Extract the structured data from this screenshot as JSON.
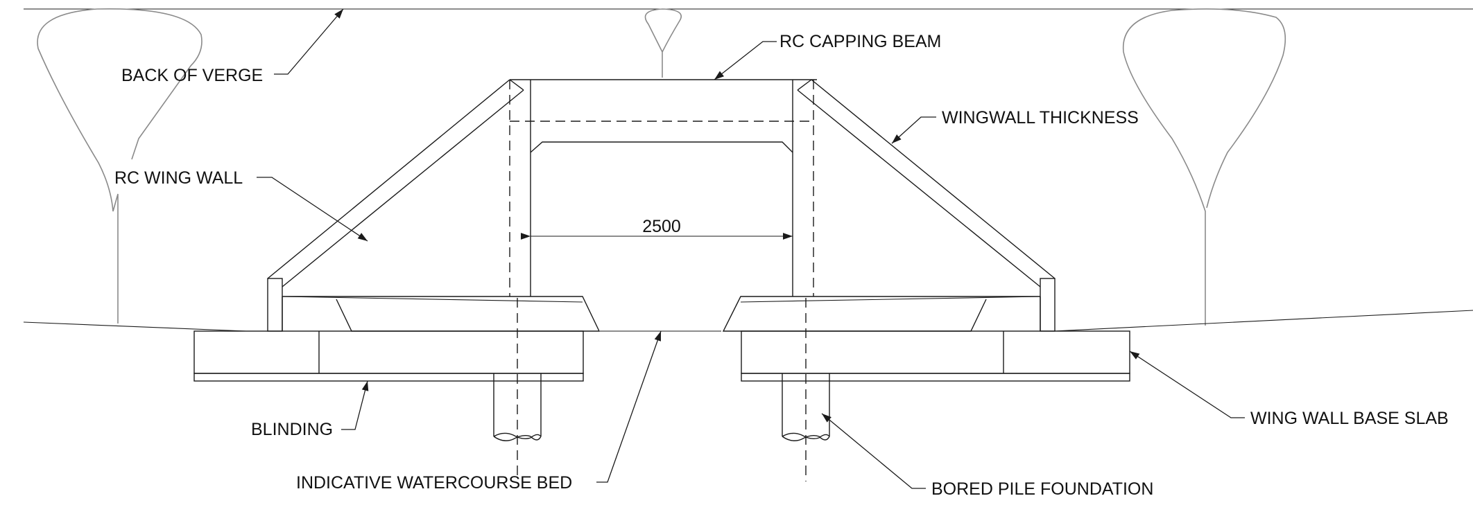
{
  "labels": {
    "back_of_verge": "BACK OF VERGE",
    "rc_capping_beam": "RC CAPPING BEAM",
    "wingwall_thickness": "WINGWALL THICKNESS",
    "rc_wing_wall": "RC WING WALL",
    "opening_dimension": "2500",
    "blinding": "BLINDING",
    "indicative_watercourse_bed": "INDICATIVE WATERCOURSE BED",
    "bored_pile_foundation": "BORED PILE FOUNDATION",
    "wing_wall_base_slab": "WING WALL BASE SLAB"
  }
}
